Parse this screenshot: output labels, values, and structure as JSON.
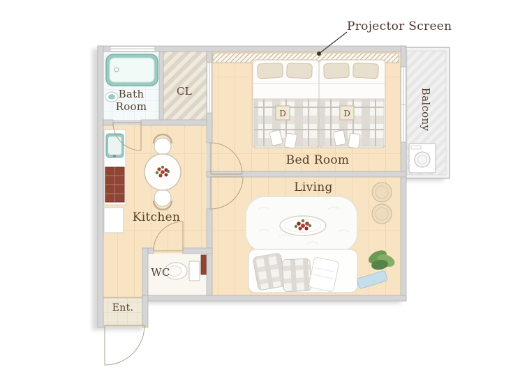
{
  "annotation": {
    "projector_label": "Projector Screen"
  },
  "rooms": {
    "bath": {
      "line1": "Bath",
      "line2": "Room"
    },
    "closet": {
      "label": "CL"
    },
    "bedroom": {
      "label": "Bed Room"
    },
    "balcony": {
      "label": "Balcony"
    },
    "kitchen": {
      "label": "Kitchen"
    },
    "living": {
      "label": "Living"
    },
    "wc": {
      "label": "WC"
    },
    "entrance": {
      "label": "Ent."
    }
  },
  "beds": {
    "tags": [
      "D",
      "D"
    ]
  },
  "colors": {
    "label_brown": "#56402e",
    "wall_gray": "#d5d5d5",
    "wood_floor": "#f8e3c2",
    "bath_teal": "#9bcac1",
    "stove_maroon": "#8f4434",
    "plant_green": "#6a9a54",
    "mat_blue": "#c6deeb",
    "pillow_beige": "#e9dfcf"
  }
}
